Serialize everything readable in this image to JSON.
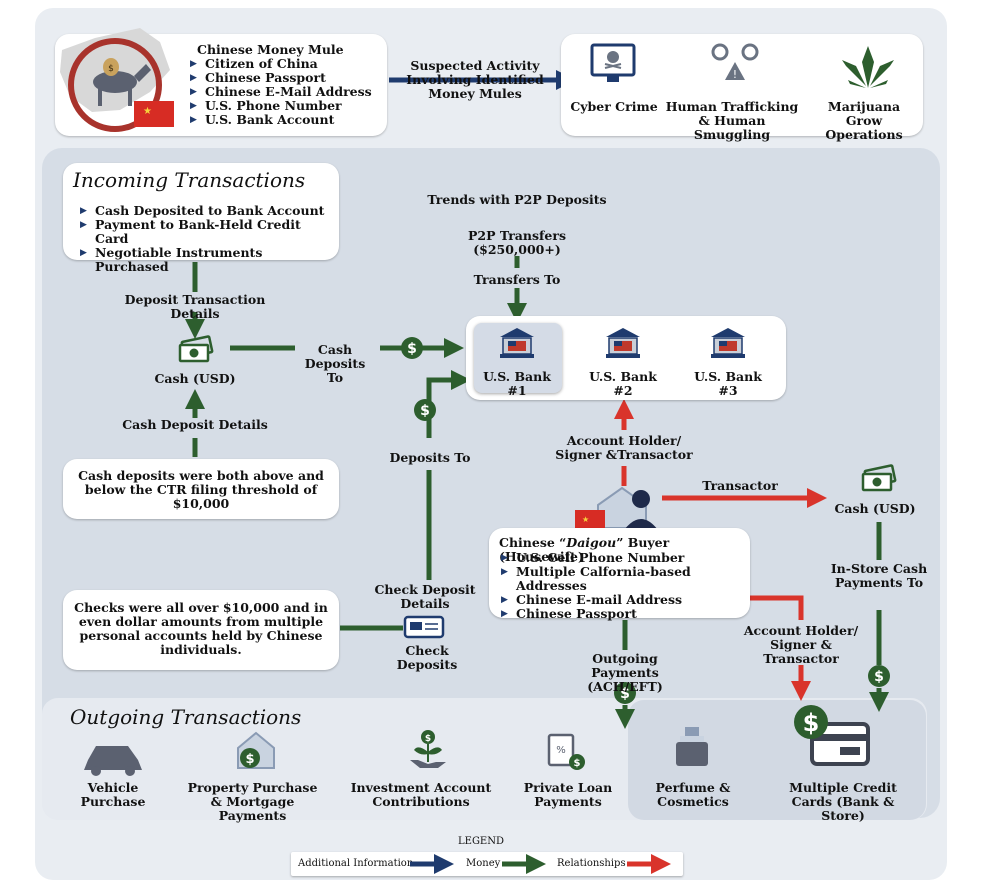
{
  "mule": {
    "title": "Chinese Money Mule",
    "items": [
      "Citizen of China",
      "Chinese Passport",
      "Chinese E-Mail Address",
      "U.S. Phone Number",
      "U.S. Bank Account"
    ]
  },
  "suspected_label": "Suspected Activity Involving Identified Money Mules",
  "activities": [
    "Cyber Crime",
    "Human Trafficking & Human Smuggling",
    "Marijuana Grow Operations"
  ],
  "incoming": {
    "title": "Incoming Transactions",
    "items": [
      "Cash Deposited to Bank Account",
      "Payment to Bank-Held Credit Card",
      "Negotiable Instruments Purchased"
    ]
  },
  "labels": {
    "deposit_transaction_details": "Deposit Transaction Details",
    "cash_usd_left": "Cash (USD)",
    "cash_deposit_details": "Cash Deposit Details",
    "cash_deposits_to": "Cash Deposits To",
    "trends_p2p": "Trends with P2P Deposits",
    "p2p_transfers": "P2P Transfers ($250,000+)",
    "transfers_to": "Transfers To",
    "deposits_to": "Deposits To",
    "check_deposit_details": "Check Deposit Details",
    "check_deposits": "Check Deposits",
    "account_holder_top": "Account Holder/ Signer &Transactor",
    "transactor": "Transactor",
    "cash_usd_right": "Cash (USD)",
    "in_store": "In-Store Cash Payments To",
    "account_holder_bottom": "Account Holder/ Signer & Transactor",
    "outgoing_payments": "Outgoing Payments (ACH/EFT)"
  },
  "cash_note": "Cash deposits were both above and below the CTR filing threshold of $10,000",
  "checks_note": "Checks were all over $10,000 and in even dollar amounts from multiple personal accounts held by Chinese individuals.",
  "banks": [
    "U.S. Bank #1",
    "U.S. Bank #2",
    "U.S. Bank #3"
  ],
  "daigou": {
    "title_pre": "Chinese “",
    "title_em": "Daigou",
    "title_post": "” Buyer (Housewife)",
    "items": [
      "U.S. Cell Phone Number",
      "Multiple Calfornia-based Addresses",
      "Chinese E-mail Address",
      "Chinese Passport"
    ]
  },
  "outgoing": {
    "title": "Outgoing Transactions",
    "items": [
      "Vehicle Purchase",
      "Property Purchase & Mortgage Payments",
      "Investment Account Contributions",
      "Private Loan Payments",
      "Perfume & Cosmetics",
      "Multiple Credit Cards (Bank & Store)"
    ]
  },
  "legend": {
    "title": "LEGEND",
    "items": [
      "Additional Information",
      "Money",
      "Relationships"
    ]
  },
  "colors": {
    "navy": "#1f3b6e",
    "green": "#2d5e2e",
    "red": "#d9342b",
    "panel": "#dce2ea"
  }
}
